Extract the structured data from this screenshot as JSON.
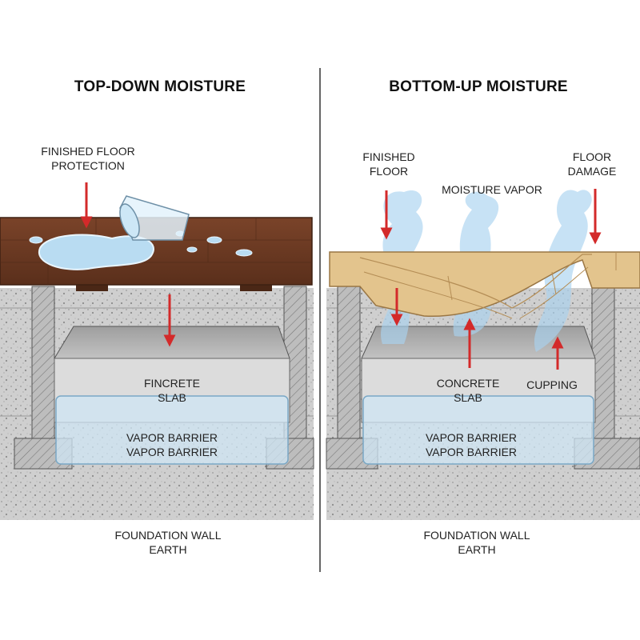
{
  "left_panel": {
    "title": "TOP-DOWN MOISTURE",
    "labels": {
      "finished_floor_protection": "FINISHED FLOOR\nPROTECTION",
      "slab": "FINCRETE\nSLAB",
      "vapor_barrier": "VAPOR BARRIER\nVAPOR BARRIER",
      "foundation": "FOUNDATION WALL\nEARTH"
    }
  },
  "right_panel": {
    "title": "BOTTOM-UP MOISTURE",
    "labels": {
      "finished_floor": "FINISHED\nFLOOR",
      "moisture_vapor": "MOISTURE VAPOR",
      "floor_damage": "FLOOR\nDAMAGE",
      "slab": "CONCRETE\nSLAB",
      "cupping": "CUPPING",
      "vapor_barrier": "VAPOR BARRIER\nVAPOR BARRIER",
      "foundation": "FOUNDATION WALL\nEARTH"
    }
  },
  "colors": {
    "arrow": "#d32a2a",
    "dark_wood": "#6b3a22",
    "light_wood": "#e3c48d",
    "concrete": "#d6d6d6",
    "water": "#bcdcf0"
  }
}
